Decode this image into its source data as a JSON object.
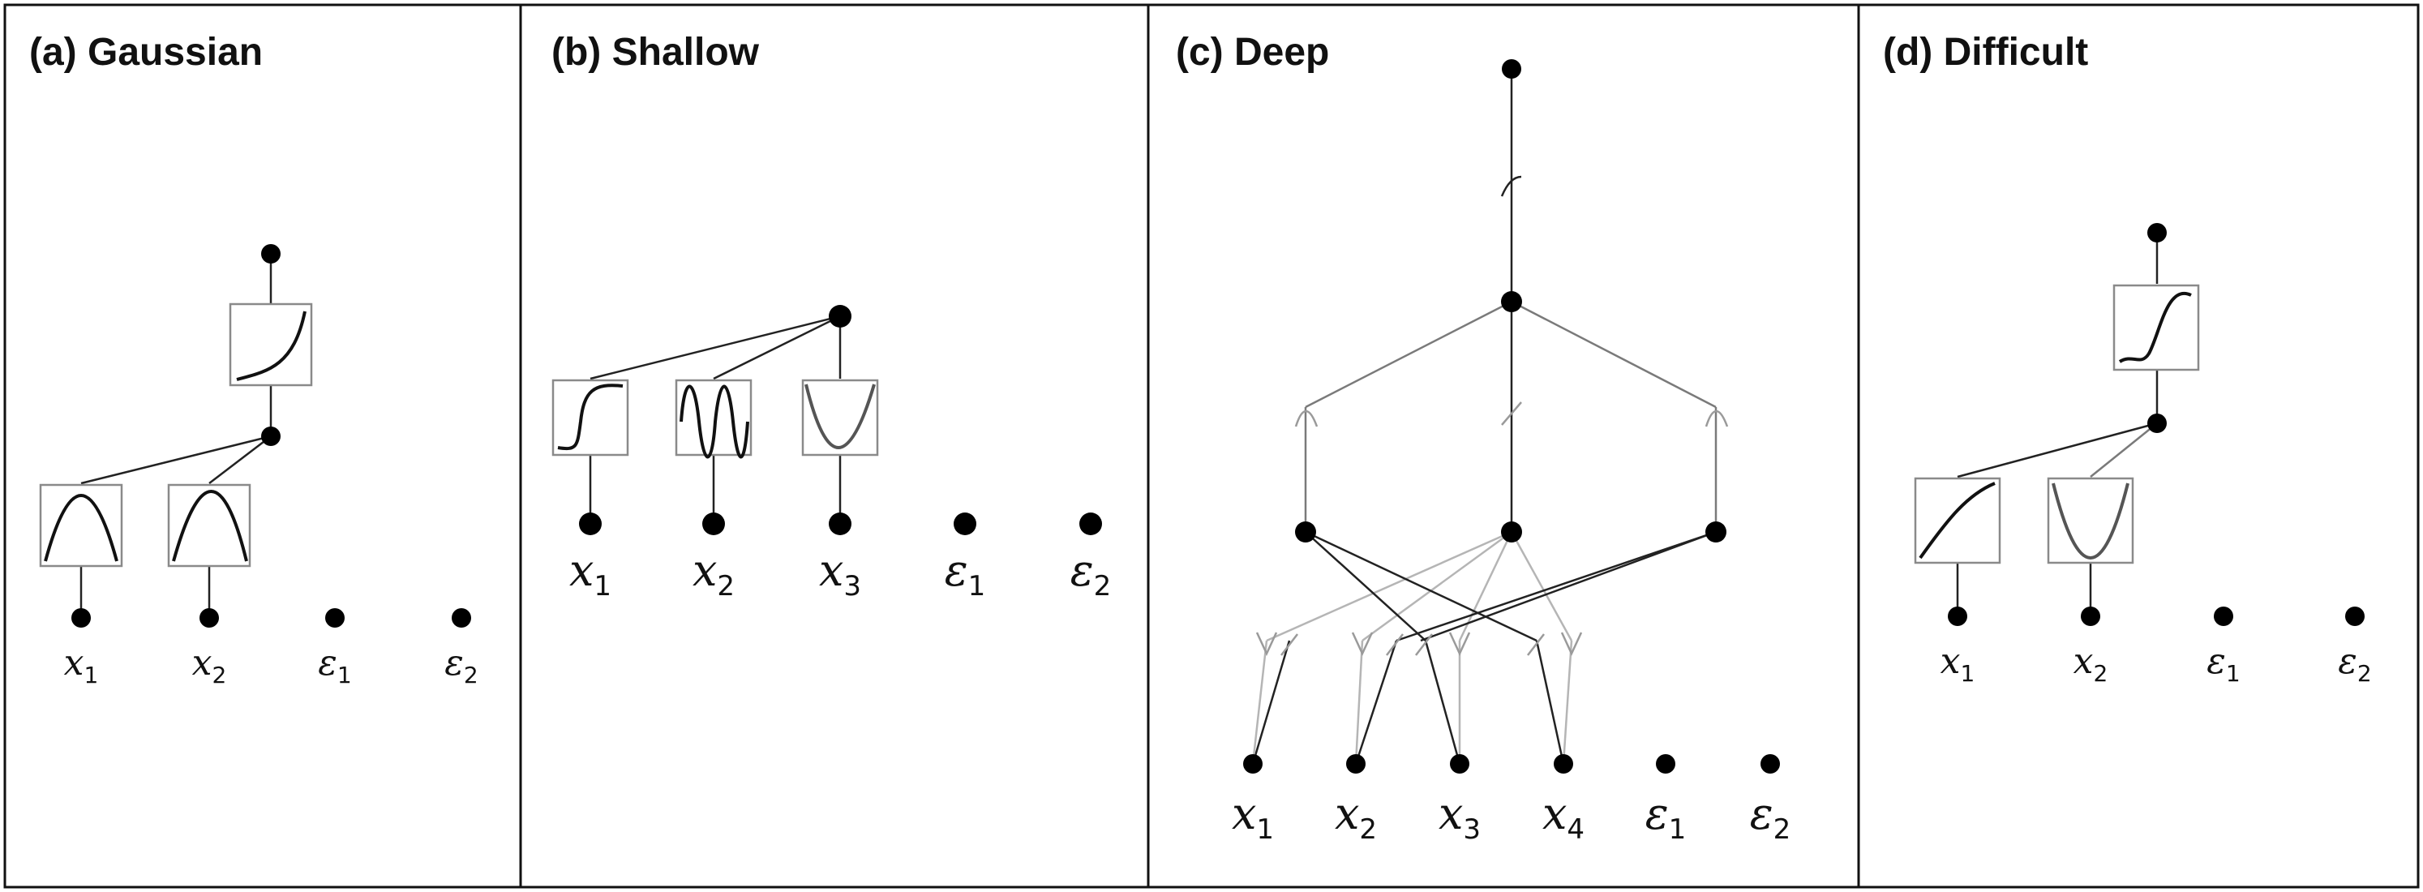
{
  "figure": {
    "panels": [
      {
        "id": "a",
        "title": "(a) Gaussian",
        "labels": [
          {
            "sym": "x",
            "sub": "1"
          },
          {
            "sym": "x",
            "sub": "2"
          },
          {
            "sym": "ε",
            "sub": "1"
          },
          {
            "sym": "ε",
            "sub": "2"
          }
        ]
      },
      {
        "id": "b",
        "title": "(b) Shallow",
        "labels": [
          {
            "sym": "x",
            "sub": "1"
          },
          {
            "sym": "x",
            "sub": "2"
          },
          {
            "sym": "x",
            "sub": "3"
          },
          {
            "sym": "ε",
            "sub": "1"
          },
          {
            "sym": "ε",
            "sub": "2"
          }
        ]
      },
      {
        "id": "c",
        "title": "(c) Deep",
        "labels": [
          {
            "sym": "x",
            "sub": "1"
          },
          {
            "sym": "x",
            "sub": "2"
          },
          {
            "sym": "x",
            "sub": "3"
          },
          {
            "sym": "x",
            "sub": "4"
          },
          {
            "sym": "ε",
            "sub": "1"
          },
          {
            "sym": "ε",
            "sub": "2"
          }
        ]
      },
      {
        "id": "d",
        "title": "(d) Difficult",
        "labels": [
          {
            "sym": "x",
            "sub": "1"
          },
          {
            "sym": "x",
            "sub": "2"
          },
          {
            "sym": "ε",
            "sub": "1"
          },
          {
            "sym": "ε",
            "sub": "2"
          }
        ]
      }
    ],
    "colors": {
      "frame": "#111111",
      "node": "#000000",
      "edge_dark": "#222222",
      "edge_mid": "#7a7a7a",
      "edge_light": "#b5b5b5"
    }
  }
}
